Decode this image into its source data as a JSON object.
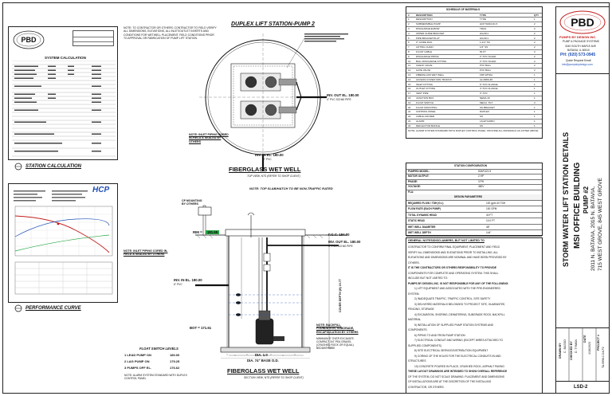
{
  "sheet": {
    "company": "PBD",
    "company_sub": "PUMPS BY DESIGN INC.",
    "company_line": "PUMP & PACKAGE SYSTEMS",
    "company_addr1": "3240 SOUTH MAPLE AVE",
    "company_addr2": "BATAVIA, IL 60510",
    "phone": "PH: (920) 573-0945",
    "quote": "Quote Request Email:",
    "email": "info@pumpsbydesign.com",
    "vertical_title": "STORM WATER LIFT STATION DETAILS",
    "project_title": "MSI OFFICE BUILDING",
    "project_sub": "PUMP #2",
    "address1": "2011 N. BATAVIA, 2015 N. BATAVIA,",
    "address2": "715 WEST GROVE, 845 WEST GROVE",
    "drawn_by": "DRAWN BY",
    "drawn_val": "C. BASSO",
    "checked_by": "CHECKED BY",
    "checked_val": "D. TYMAN",
    "date": "DATE",
    "date_val": "4/18/2023",
    "project_no": "PROJECT #",
    "project_val": "TA-9998-1014-P2",
    "sheet_no": "LSD-2"
  },
  "main": {
    "duplex_title": "DUPLEX LIFT STATION-PUMP 2",
    "fiberglass_title": "FIBERGLASS WET WELL",
    "fiberglass_sub": "TOP VIEW, NTS (REFER TO SHOP CLIENT)",
    "fiberglass_title2": "FIBERGLASS WET WELL",
    "fiberglass_sub2": "SECTION VIEW, NTS (REFER TO SHOP CLIENT)",
    "note_contractor": "NOTE: TO CONTRACTOR OR OTHERS: CONTRACTOR TO FIELD VERIFY ALL DIMENSIONS, ELEVATIONS, ALL INLET/OUTLET INVERTS AND CONDITIONS FOR WETWELL PLACEMENT. FIELD CONDITIONS PRIOR TO APPROVAL OR FABRICATION OF PUMP LIFT STATION.",
    "note_inlet": "NOTE: INLET PIPING CORED IN-FIELD & SEALED BY OTHERS",
    "note_top_slab": "NOTE: TOP SLAB/HATCH TO BE NON-TRAFFIC RATED",
    "note_inlet2": "NOTE: INLET PIPING CORED IN-FIELD & SEALED BY OTHERS",
    "note_backfill": "NOTE: BACKFILL, FOUNDATION, SUBGRADE, ENCAPSULATION BY OTHERS",
    "note_min": "MINIMUM 8\" OVER EXCAVATE. COMPACT 3/4\" PEA GRAVEL (CRUSHED ROCK OR EQUAL) BEDDED BASE",
    "cp_mounting": "CP MOUNTING BY OTHERS",
    "rim": "RIM =",
    "rim_val": "181.65",
    "inv_out": "INV. OUT EL. 180.00",
    "inv_out_pipe": "4\" PVC SCH40 PIPE",
    "inv_in": "INV. IN EL. 180.00",
    "inv_in_pipe": "6\" PVC",
    "inv_out2": "INV. OUT EL. 180.00",
    "inv_out2_pipe": "4\" PVC SCH40 PIPE",
    "inv_in2": "INV. IN EL. 180.00",
    "inv_in2_pipe": "6\" PVC",
    "fgc": "F.G.C. 184.00",
    "bot": "BOT = 171.61",
    "cover_depth": "COVER DEPTH (ft) 10.77",
    "dia_top": "DIA. 1.0",
    "dia_bot": "DIA. 74\" BASE O.D.",
    "float_title": "FLOAT SWITCH LEVELS",
    "float1": "1 LEAD PUMP ON",
    "float1_val": "180.00",
    "float2": "2 LAG PUMP ON",
    "float2_val": "179.25",
    "float3": "3 PUMPS OFF EL.",
    "float3_val": "176.62",
    "float_note": "NOTE: ALARM SYSTEM STANDARD WITH DUPLEX CONTROL PANEL"
  },
  "left": {
    "station_calc": "STATION CALCULATION",
    "performance": "PERFORMANCE CURVE",
    "hcp": "HCP",
    "sys_calc": "SYSTEM CALCULATION"
  },
  "schedule": {
    "title": "SCHEDULE OF MATERIALS",
    "headers": [
      "#",
      "DESCRIPTION",
      "TYPE",
      "QTY"
    ],
    "rows": [
      [
        "1",
        "DESCRIPTION",
        "TYPE",
        "1"
      ],
      [
        "2",
        "SUBMERSIBLE PUMP",
        "HCP 50AFU21.5",
        "2"
      ],
      [
        "3",
        "DISCHARGE ELBOW",
        "TRAIL",
        "2"
      ],
      [
        "4",
        "UPPER GUIDE BRACKET",
        "HG/AK1",
        "2"
      ],
      [
        "5",
        "PIPE BRACKET/FLAT",
        "HG/AK1",
        "2"
      ],
      [
        "6",
        "3\" GUIDE RAIL",
        "1-1/4\" SS",
        "2"
      ],
      [
        "7",
        "LIFTING CHAIN",
        "1/4\" SS",
        "2"
      ],
      [
        "8",
        "FLOAT CABLE",
        "50 FT",
        "3"
      ],
      [
        "9",
        "DISCHARGE PIPING",
        "2\" PVC SCH40",
        "2"
      ],
      [
        "10",
        "BALL DISCHARGE FITTING",
        "2\" PVC SCH40",
        "2"
      ],
      [
        "11",
        "CHECK VALVE",
        "PVC BALL",
        "2"
      ],
      [
        "12",
        "GATE VALVE",
        "PVC BALL",
        "2"
      ],
      [
        "13",
        "FIBERGLASS WET WELL",
        "FRP 48\"DIA",
        "1"
      ],
      [
        "14",
        "ACCESS COVER NON-TRAFFIC",
        "ALUMINUM",
        "1"
      ],
      [
        "15",
        "INLET FITTING",
        "6\" PVC FLANGE",
        "1"
      ],
      [
        "16",
        "OUTLET FITTING",
        "4\" PVC FLANGE",
        "1"
      ],
      [
        "17",
        "VENT PIPE",
        "3\" PVC",
        "1"
      ],
      [
        "18",
        "JUNCTION BOX",
        "NEMA 4X",
        "1"
      ],
      [
        "19",
        "FLOAT SWITCH",
        "MECH. TILT",
        "3"
      ],
      [
        "20",
        "FLOAT MOUNTING",
        "SS BRACKET",
        "1"
      ],
      [
        "21",
        "CONTROL PANEL",
        "DUPLEX",
        "1"
      ],
      [
        "22",
        "CABLE HOLDER",
        "SS",
        "1"
      ],
      [
        "23",
        "ALARM",
        "LIGHT/HORN",
        "1"
      ],
      [
        "24",
        "DEFLECTOR BAFFLE",
        "SS",
        "1"
      ]
    ],
    "note": "NOTE: ALARM SYSTEM STANDARD WITH DUPLEX CONTROL PANEL. PROVIDE ALL MATERIALS AS LISTED ABOVE."
  },
  "config": {
    "title": "STATION CONFIGURATION",
    "rows": [
      [
        "PUMPED MODEL:",
        "50AFU21.5"
      ],
      [
        "MOTOR OUTPUT:",
        "2 HP"
      ],
      [
        "PHASE:",
        "3 PH"
      ],
      [
        "VOLTAGE:",
        "460V"
      ],
      [
        "FLA:",
        ""
      ]
    ],
    "design_title": "DESIGN PARAMETERS",
    "design_rows": [
      [
        "REQUIRED FLOW / TDH (G.I.)",
        "100 gpm 40 TDH"
      ],
      [
        "FLOW RATE (EACH PUMP)",
        "100 GPM"
      ],
      [
        "TOTAL DYNAMIC HEAD",
        "40 FT"
      ],
      [
        "STATIC HEAD",
        "10.0 FT"
      ],
      [
        "WET WELL DIAMETER",
        "48\""
      ],
      [
        "WET WELL DEPTH",
        "144\""
      ]
    ]
  },
  "general": {
    "title": "GENERAL NOTES/DISCLAIMERS, BUT NOT LIMITED TO",
    "lines": [
      "CONTRACTOR TO CONFIRM FINAL EQUIPMENT, PLACEMENT AND FIELD",
      "VERIFY ALL DIMENSIONS AND ELEVATIONS PRIOR TO INSTALLING. ALL",
      "ELEVATIONS AND DIMENSIONS ARE NOMINAL AND HAVE BEEN PROVIDED BY",
      "OTHERS.",
      "IT IS THE CONTRACTORS OR OTHERS RESPONSIBILITY TO PROVIDE",
      "COMPONENTS FOR COMPLETE AND OPERATING SYSTEM. THIS SHALL",
      "INCLUDE BUT NOT LIMITED TO:",
      "PUMPS BY DESIGN, INC. IS NOT RESPONSIBLE FOR ANY OF THE FOLLOWING:",
      "1) LIFT EQUIPMENT AND ASSOCIATED WITH THE PRE-ENGINEERED",
      "SYSTEM.",
      "2) INADEQUATE TRAFFIC, TRAFFIC CONTROL, SITE SAFETY",
      "3) DELIVERED MATERIALS BELONGED TO PROJECT SITE, GUARANTEE,",
      "FENCING, STORAGE",
      "4) EXCAVATION, SHORING, DEWATERING, SUBGRADE ROCK, BACKFILL",
      "MATERIAL",
      "5) INSTALLATION OF SUPPLIED PUMP STATION SYSTEMS AND",
      "COMPONENTS.",
      "6) PIPING TO AND FROM PUMP STATION",
      "7) ELECTRICAL CONDUIT AND WIRING (EXCEPT WIRES ATTACHED TO",
      "SUPPLIED COMPONENTS)",
      "8) SITE ELECTRICAL SERVICE/DISTRIBUTION EQUIPMENT",
      "9) CORING OF THE HOLES FOR THE ELECTRICAL CONDUITS IN AND",
      "STRUCTURES",
      "10) CONCRETE POURED IN PLACE, CRUSHED ROCK, ASPHALT PAVING",
      "THESE LAYOUT DRAWINGS ARE INTENDED TO SHOW OVERALL REFERENCE",
      "OF THE SYSTEM, DO NOT SCALE DRAWING. PLACEMENT AND DIMENSIONS",
      "OF INSTALLATIONS ARE AT THE DISCRETION OF THE INSTALLING",
      "CONTRACTOR, OR OTHERS."
    ]
  },
  "colors": {
    "green": "#27a844",
    "blue": "#1f4fb5",
    "red": "#c21d1d"
  }
}
